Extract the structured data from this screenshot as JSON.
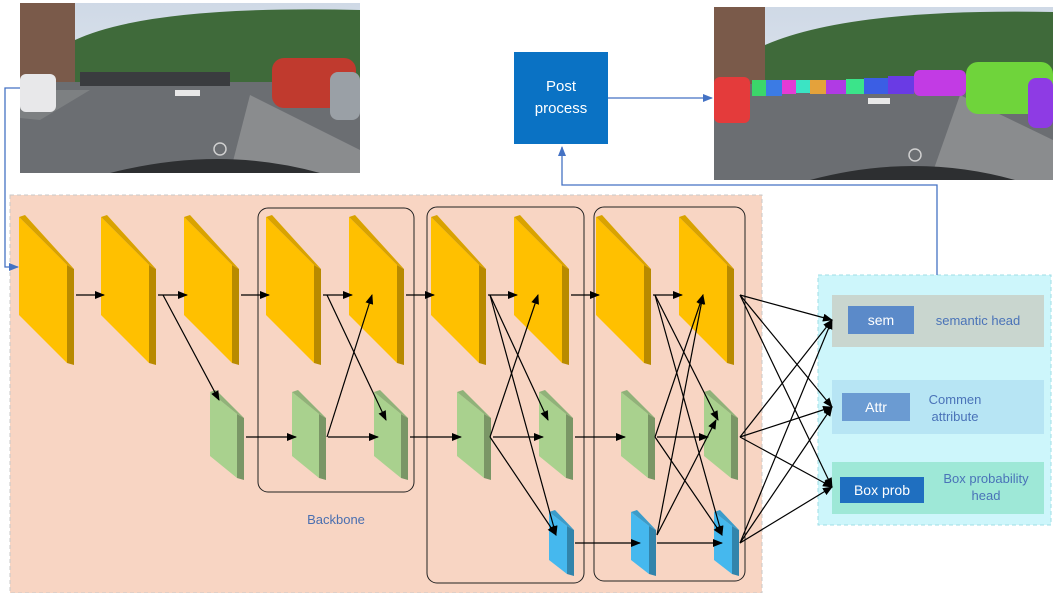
{
  "backbone": {
    "label": "Backbone"
  },
  "post_process": {
    "label": "Post\nprocess"
  },
  "heads": [
    {
      "chip": "sem",
      "description": "semantic head"
    },
    {
      "chip": "Attr",
      "description": "Commen\nattribute"
    },
    {
      "chip": "Box prob",
      "description": "Box probability\nhead"
    }
  ],
  "colors": {
    "backbone_bg": "#f8d5c3",
    "heads_bg": "#cdf6fb",
    "feature_high": "#ffc000",
    "feature_mid": "#a9d18e",
    "feature_low": "#45b8ee",
    "post_process_box": "#0a72c4",
    "arrow_blue": "#4472c4"
  },
  "icons": [
    "input-road-photo",
    "output-segmentation-photo"
  ]
}
